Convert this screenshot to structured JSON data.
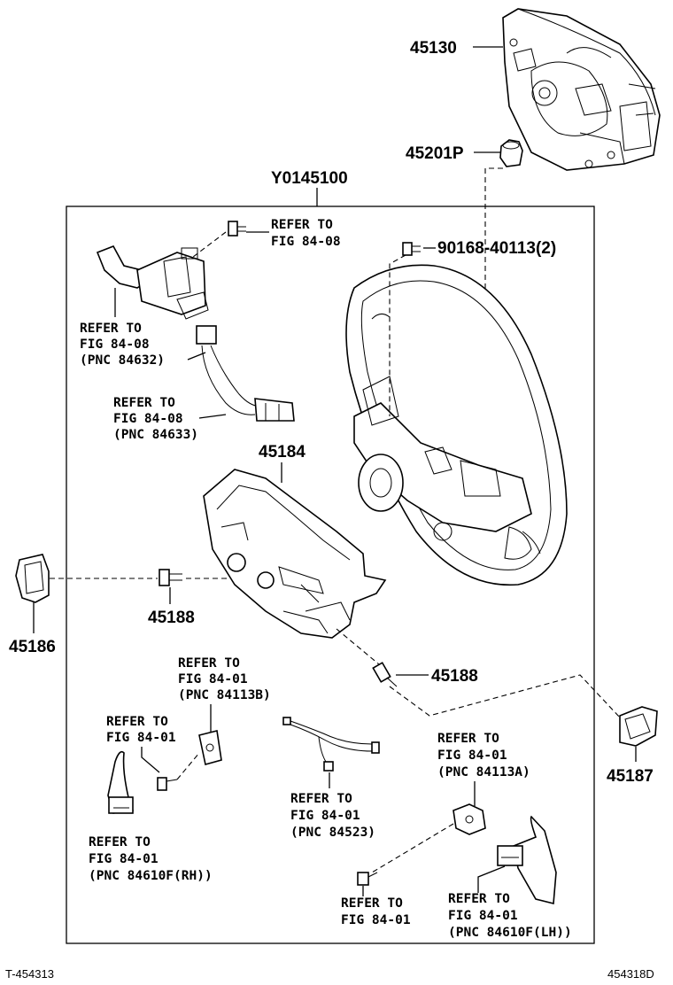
{
  "part_numbers": {
    "airbag": "45130",
    "cap": "45201P",
    "assembly": "Y0145100",
    "cover_lower": "45184",
    "cover_side_lh": "45186",
    "screw_left": "45188",
    "screw_right": "45188",
    "cover_side_rh": "45187",
    "bolt": "90168-40113(2)"
  },
  "refs": {
    "top_screw": [
      "REFER TO",
      "FIG 84-08"
    ],
    "switch": [
      "REFER TO",
      "FIG 84-08",
      "(PNC 84632)"
    ],
    "harness": [
      "REFER TO",
      "FIG 84-08",
      "(PNC 84633)"
    ],
    "pnc_84113b": [
      "REFER TO",
      "FIG 84-01",
      "(PNC 84113B)"
    ],
    "fig_8401_a": [
      "REFER TO",
      "FIG 84-01"
    ],
    "pnc_84523": [
      "REFER TO",
      "FIG 84-01",
      "(PNC 84523)"
    ],
    "pnc_84113a": [
      "REFER TO",
      "FIG 84-01",
      "(PNC 84113A)"
    ],
    "paddle_rh": [
      "REFER TO",
      "FIG 84-01",
      "(PNC 84610F(RH))"
    ],
    "fig_8401_b": [
      "REFER TO",
      "FIG 84-01"
    ],
    "paddle_lh": [
      "REFER TO",
      "FIG 84-01",
      "(PNC 84610F(LH))"
    ]
  },
  "footer": {
    "left": "T-454313",
    "right": "454318D"
  }
}
